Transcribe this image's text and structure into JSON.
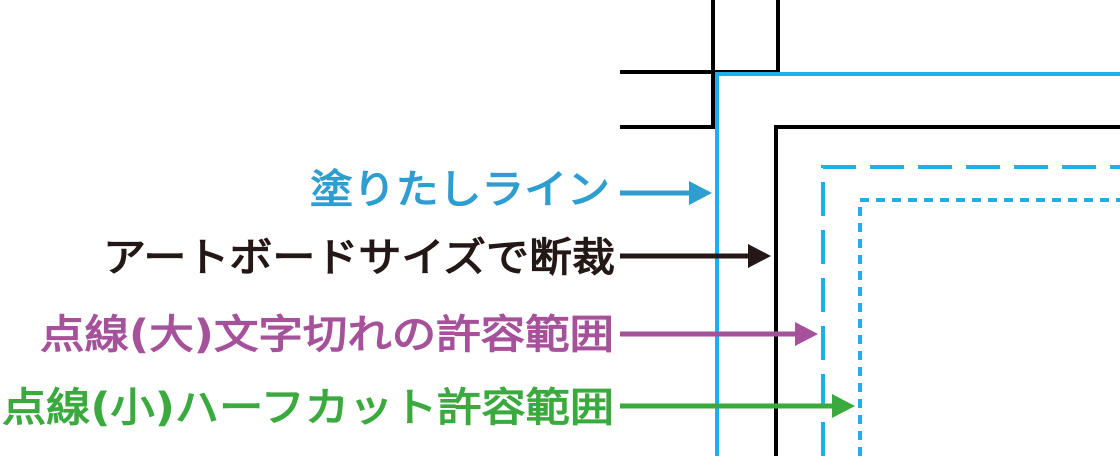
{
  "labels": [
    {
      "id": "bleed",
      "text": "塗りたしライン",
      "color": "#2e9dd0"
    },
    {
      "id": "artboard",
      "text": "アートボードサイズで断裁",
      "color": "#231815"
    },
    {
      "id": "large-dotted",
      "text": "点線(大)文字切れの許容範囲",
      "color": "#a5529b"
    },
    {
      "id": "small-dotted",
      "text": "点線(小)ハーフカット許容範囲",
      "color": "#3aaa3e"
    }
  ],
  "colors": {
    "bleed_line": "#1eb0ec",
    "crop_marks": "#000000",
    "artboard_line": "#000000",
    "dashed_large": "#1eb0ec",
    "dotted_small": "#1eb0ec"
  }
}
